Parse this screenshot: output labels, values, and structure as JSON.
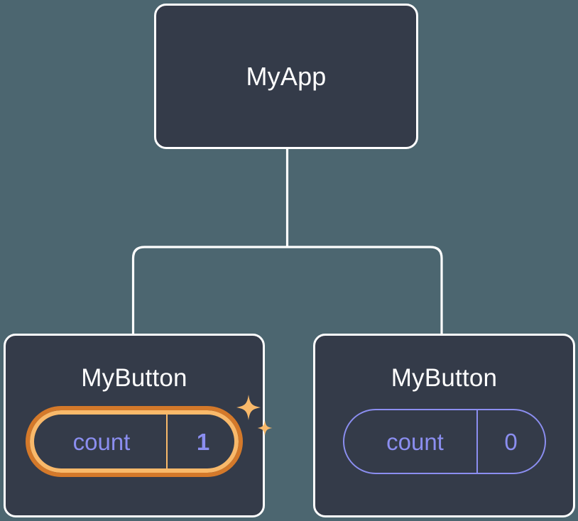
{
  "diagram": {
    "type": "component-tree",
    "background_color": "#4c6670",
    "node_fill_color": "#343b49",
    "node_border_color": "#ffffff",
    "state_color": "#8b8ef0",
    "highlight_outer_color": "#d4792a",
    "highlight_inner_color": "#f9b96a",
    "root": {
      "title": "MyApp"
    },
    "children": [
      {
        "title": "MyButton",
        "state": {
          "key": "count",
          "value": "1"
        },
        "highlighted": true,
        "sparkle_icon": "sparkles-icon"
      },
      {
        "title": "MyButton",
        "state": {
          "key": "count",
          "value": "0"
        },
        "highlighted": false
      }
    ]
  }
}
